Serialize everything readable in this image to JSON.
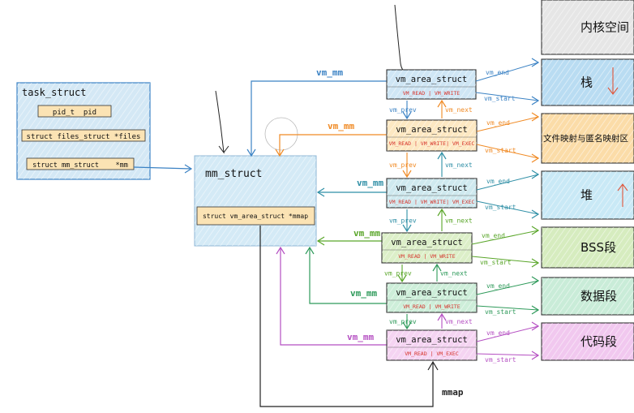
{
  "task_struct": {
    "title": "task_struct",
    "fields": [
      "pid_t  pid",
      "struct files_struct *files",
      "struct mm_struct    *mm"
    ]
  },
  "mm_struct": {
    "title": "mm_struct",
    "field": "struct vm_area_struct *mmap"
  },
  "vma_title": "vm_area_struct",
  "vmas": [
    {
      "flags": "VM_READ | VM_WRITE",
      "color": "#3b82c4",
      "fill": "#cfe6f5",
      "mm_label": "vm_mm"
    },
    {
      "flags": "VM_READ | VM_WRITE| VM_EXEC",
      "color": "#f08a24",
      "fill": "#fde8c2",
      "mm_label": "vm_mm"
    },
    {
      "flags": "VM_READ | VM_WRITE| VM_EXEC",
      "color": "#2f8fa6",
      "fill": "#cfe9ef",
      "mm_label": "vm_mm"
    },
    {
      "flags": "VM_READ | VM_WRITE",
      "color": "#5aa62a",
      "fill": "#dcefc8",
      "mm_label": "vm_mm"
    },
    {
      "flags": "VM_READ | VM_WRITE",
      "color": "#2e9a5a",
      "fill": "#cdeed9",
      "mm_label": "vm_mm"
    },
    {
      "flags": "VM_READ | VM_EXEC",
      "color": "#b54fc2",
      "fill": "#f5d4f2",
      "mm_label": "vm_mm"
    }
  ],
  "links": {
    "vm_prev": "vm_prev",
    "vm_next": "vm_next",
    "vm_end": "vm_end",
    "vm_start": "vm_start",
    "mmap": "mmap"
  },
  "segments": [
    {
      "label": "内核空间",
      "fill": "#e6e6e6"
    },
    {
      "label": "栈",
      "fill": "#b9dcf2"
    },
    {
      "label": "文件映射与匿名映射区",
      "fill": "#fbdca8"
    },
    {
      "label": "堆",
      "fill": "#c9e9f6"
    },
    {
      "label": "BSS段",
      "fill": "#d6ecbf"
    },
    {
      "label": "数据段",
      "fill": "#c9ecd8"
    },
    {
      "label": "代码段",
      "fill": "#f1c8ef"
    }
  ]
}
